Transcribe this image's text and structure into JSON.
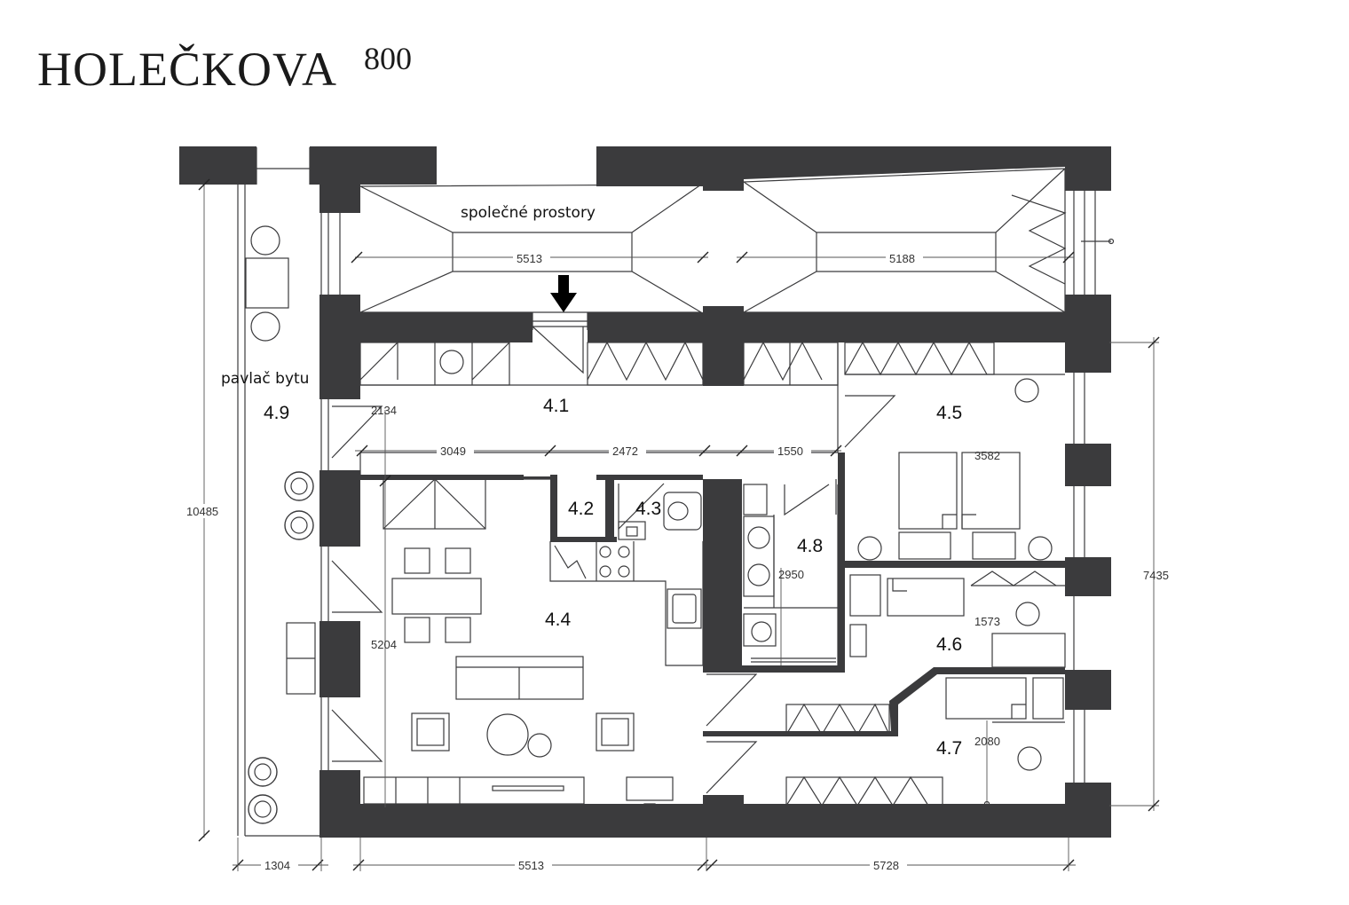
{
  "brand": {
    "name": "HOLEČKOVA",
    "number": "800"
  },
  "labels": {
    "common_area": "společné prostory",
    "balcony": "pavlač bytu"
  },
  "rooms": [
    "4.1",
    "4.2",
    "4.3",
    "4.4",
    "4.5",
    "4.6",
    "4.7",
    "4.8",
    "4.9"
  ],
  "dimensions": [
    "5513",
    "5188",
    "2134",
    "3049",
    "2472",
    "1550",
    "3582",
    "10485",
    "7435",
    "2950",
    "1573",
    "5204",
    "2080",
    "1304",
    "5513",
    "5728"
  ],
  "colors": {
    "wall": "#3b3b3d",
    "line": "#3b3b3d",
    "background": "#ffffff"
  },
  "icons": {
    "entry": "entry-arrow-icon"
  }
}
